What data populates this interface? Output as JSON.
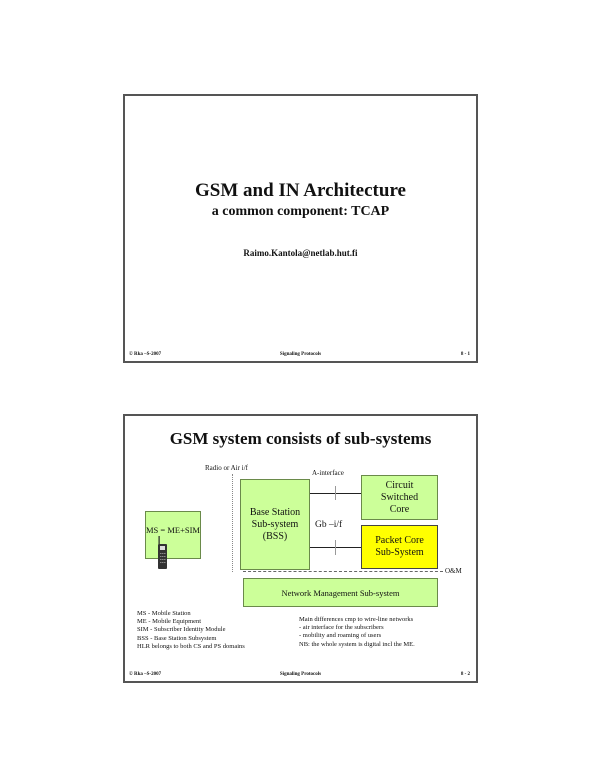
{
  "slide1": {
    "title": "GSM and IN Architecture",
    "subtitle": "a common component: TCAP",
    "email": "Raimo.Kantola@netlab.hut.fi",
    "footer": {
      "left": "© Rka –S-2007",
      "center": "Signaling Protocols",
      "right": "8 - 1"
    }
  },
  "slide2": {
    "title": "GSM system consists of sub-systems",
    "diagram": {
      "radio_label": "Radio or Air i/f",
      "a_interface_label": "A-interface",
      "gb_interface_label": "Gb –i/f",
      "om_label": "O&M",
      "ms_box": "MS = ME+SIM",
      "bss_box": [
        "Base Station",
        "Sub-system",
        "(BSS)"
      ],
      "circuit_box": [
        "Circuit",
        "Switched",
        "Core"
      ],
      "packet_box": [
        "Packet Core",
        "Sub-System"
      ],
      "nms_box": "Network Management Sub-system",
      "colors": {
        "green_box": "#ccff99",
        "yellow_box": "#ffff00"
      }
    },
    "legend_left": [
      "MS - Mobile Station",
      "ME - Mobile Equipment",
      "SIM - Subscriber Identity Module",
      "BSS - Base Station Subsystem",
      "HLR belongs to both CS and PS domains"
    ],
    "legend_right": [
      "Main differences cmp to wire-line networks",
      "- air interface for the subscribers",
      "- mobility and roaming of users",
      "NB: the whole system is digital incl the ME."
    ],
    "footer": {
      "left": "© Rka –S-2007",
      "center": "Signaling Protocols",
      "right": "8 - 2"
    }
  }
}
